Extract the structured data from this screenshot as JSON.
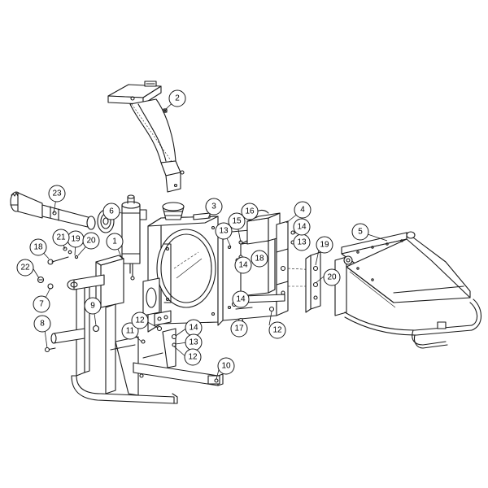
{
  "diagram": {
    "colors": {
      "line": "#1a1a1a",
      "background": "#ffffff"
    },
    "callouts": [
      {
        "id": "c2",
        "label": "2"
      },
      {
        "id": "c3",
        "label": "3"
      },
      {
        "id": "c4",
        "label": "4"
      },
      {
        "id": "c5",
        "label": "5"
      },
      {
        "id": "c6",
        "label": "6"
      },
      {
        "id": "c23",
        "label": "23"
      },
      {
        "id": "c16",
        "label": "16"
      },
      {
        "id": "c15",
        "label": "15"
      },
      {
        "id": "c13a",
        "label": "13"
      },
      {
        "id": "c14a",
        "label": "14"
      },
      {
        "id": "c13b",
        "label": "13"
      },
      {
        "id": "c14b",
        "label": "14"
      },
      {
        "id": "c18a",
        "label": "18"
      },
      {
        "id": "c18b",
        "label": "18"
      },
      {
        "id": "c19a",
        "label": "19"
      },
      {
        "id": "c19b",
        "label": "19"
      },
      {
        "id": "c20a",
        "label": "20"
      },
      {
        "id": "c20b",
        "label": "20"
      },
      {
        "id": "c21",
        "label": "21"
      },
      {
        "id": "c1",
        "label": "1"
      },
      {
        "id": "c22",
        "label": "22"
      },
      {
        "id": "c7",
        "label": "7"
      },
      {
        "id": "c8",
        "label": "8"
      },
      {
        "id": "c9",
        "label": "9"
      },
      {
        "id": "c11",
        "label": "11"
      },
      {
        "id": "c12a",
        "label": "12"
      },
      {
        "id": "c14c",
        "label": "14"
      },
      {
        "id": "c13c",
        "label": "13"
      },
      {
        "id": "c12b",
        "label": "12"
      },
      {
        "id": "c14d",
        "label": "14"
      },
      {
        "id": "c17",
        "label": "17"
      },
      {
        "id": "c12c",
        "label": "12"
      },
      {
        "id": "c10",
        "label": "10"
      }
    ]
  }
}
